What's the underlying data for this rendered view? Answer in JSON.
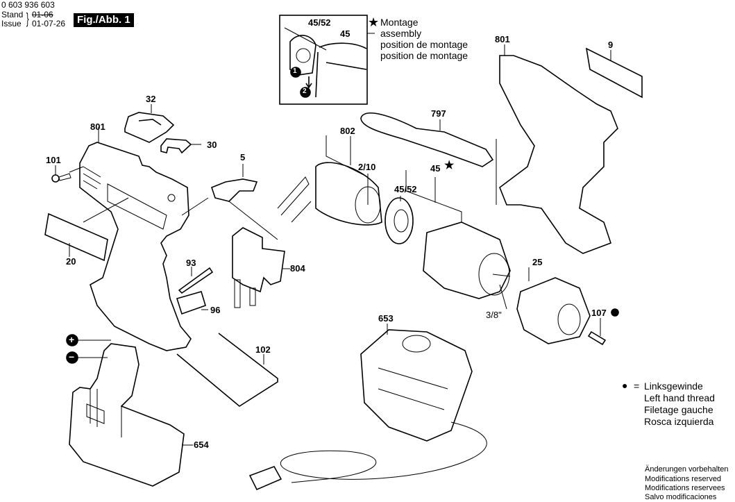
{
  "header": {
    "doc_number": "0 603 936 603",
    "stand_label": "Stand",
    "issue_label": "Issue",
    "stand_value_struck": "01-06",
    "issue_value": "01-07-26",
    "figure_label": "Fig./Abb. 1"
  },
  "inset": {
    "labels": [
      "45/52",
      "45"
    ],
    "steps": [
      "1",
      "2"
    ],
    "note_symbol": "★",
    "note_lines": [
      "Montage",
      "assembly",
      "position de montage",
      "position de montage"
    ]
  },
  "parts": [
    {
      "id": "p32",
      "label": "32"
    },
    {
      "id": "p801a",
      "label": "801"
    },
    {
      "id": "p30",
      "label": "30"
    },
    {
      "id": "p101",
      "label": "101"
    },
    {
      "id": "p5",
      "label": "5"
    },
    {
      "id": "p20",
      "label": "20"
    },
    {
      "id": "p93",
      "label": "93"
    },
    {
      "id": "p804",
      "label": "804"
    },
    {
      "id": "p96",
      "label": "96"
    },
    {
      "id": "p102",
      "label": "102"
    },
    {
      "id": "p654",
      "label": "654"
    },
    {
      "id": "p802",
      "label": "802"
    },
    {
      "id": "p210",
      "label": "2/10"
    },
    {
      "id": "p4552",
      "label": "45/52"
    },
    {
      "id": "p45",
      "label": "45"
    },
    {
      "id": "p797",
      "label": "797"
    },
    {
      "id": "p801b",
      "label": "801"
    },
    {
      "id": "p9",
      "label": "9"
    },
    {
      "id": "p25",
      "label": "25"
    },
    {
      "id": "p38",
      "label": "3/8\""
    },
    {
      "id": "p107",
      "label": "107"
    },
    {
      "id": "p653",
      "label": "653"
    }
  ],
  "battery_terminals": {
    "plus": "+",
    "minus": "−"
  },
  "legend": {
    "symbol": "●",
    "equals": "=",
    "lines": [
      "Linksgewinde",
      "Left hand thread",
      "Filetage gauche",
      "Rosca izquierda"
    ]
  },
  "footer": {
    "lines": [
      "Änderungen vorbehalten",
      "Modifications reserved",
      "Modifications reservees",
      "Salvo modificaciones"
    ]
  }
}
